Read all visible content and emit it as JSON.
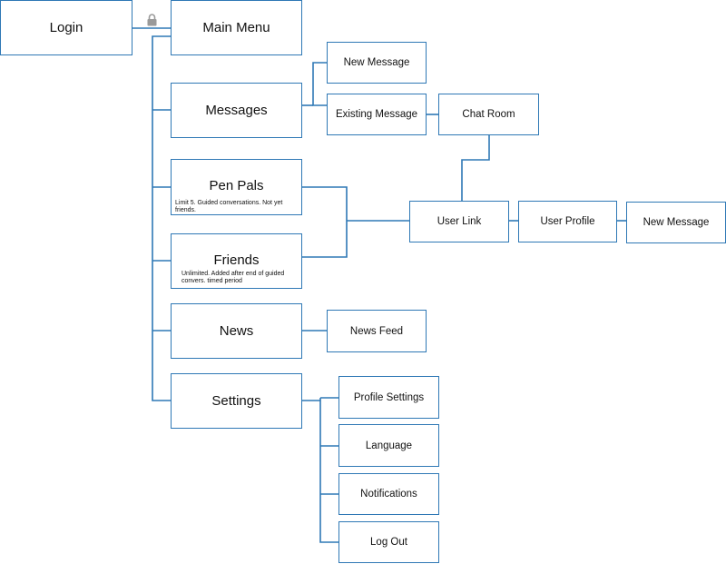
{
  "nodes": {
    "login": "Login",
    "main_menu": "Main Menu",
    "messages": "Messages",
    "new_message": "New Message",
    "existing_message": "Existing Message",
    "chat_room": "Chat Room",
    "pen_pals": "Pen Pals",
    "pen_pals_note": "Limit 5. Guided conversations. Not yet friends.",
    "friends": "Friends",
    "friends_note": "Unlimited. Added after end of guided convers. timed period",
    "user_link": "User Link",
    "user_profile": "User Profile",
    "new_message_2": "New Message",
    "news": "News",
    "news_feed": "News Feed",
    "settings": "Settings",
    "profile_settings": "Profile Settings",
    "language": "Language",
    "notifications": "Notifications",
    "log_out": "Log Out"
  },
  "icons": {
    "lock": "lock-icon"
  },
  "colors": {
    "line": "#2e78b5",
    "lock": "#9a9a9a"
  }
}
